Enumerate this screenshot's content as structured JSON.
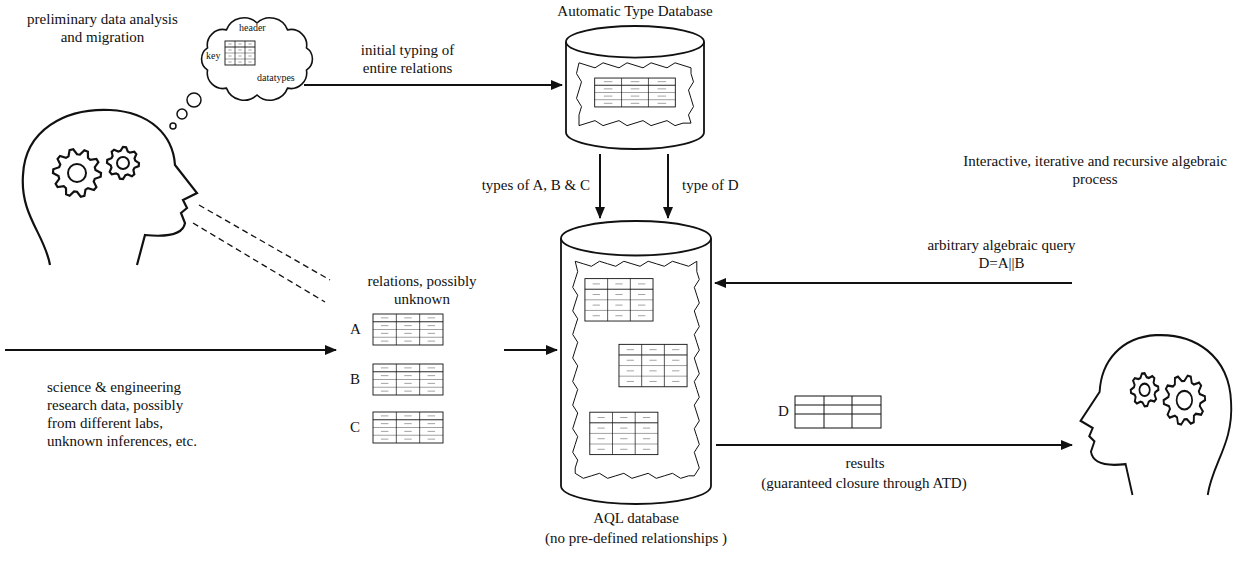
{
  "diagram": {
    "nodes": [
      {
        "text": [
          "preliminary data analysis and migration"
        ]
      },
      {
        "text": [
          "header",
          "key",
          "datatypes"
        ]
      },
      {
        "text": [
          "Automatic Type Database"
        ]
      },
      {
        "text": [
          "relations, possibly unknown"
        ]
      },
      {
        "text": [
          "A"
        ],
        "in": 3
      },
      {
        "text": [
          "B"
        ],
        "in": 3
      },
      {
        "text": [
          "C"
        ],
        "in": 3
      },
      {
        "text": [
          "AQL database",
          "(no pre-defined relationships )"
        ]
      },
      {
        "text": [
          "Interactive, iterative and recursive algebraic process"
        ]
      }
    ],
    "edges": [
      {
        "from": 1,
        "to": 2,
        "label": "initial typing of entire relations",
        "arrow": "to"
      },
      {
        "from": 2,
        "to": 7,
        "label": "types of A, B & C",
        "arrow": "to"
      },
      {
        "from": 2,
        "to": 7,
        "label": "type of D",
        "arrow": "to"
      },
      {
        "from": 3,
        "to": 7,
        "arrow": "to"
      },
      {
        "from": 8,
        "to": 7,
        "label": "arbitrary algebraic query D=A||B",
        "arrow": "to"
      },
      {
        "from": 7,
        "to": 8,
        "label": "results",
        "arrow": "to"
      },
      {
        "from": 0,
        "to": 3,
        "arrow": "none"
      },
      {
        "from": 0,
        "to": 3,
        "arrow": "none"
      }
    ],
    "labels": [
      "science & engineering research data, possibly from different labs, unknown inferences, etc.",
      "D",
      "(guaranteed closure through ATD)"
    ]
  }
}
